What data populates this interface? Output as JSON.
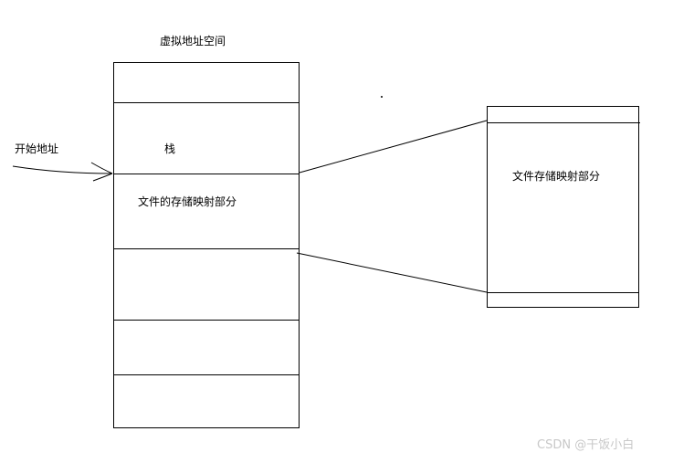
{
  "diagram": {
    "title": "虚拟地址空间",
    "start_address_label": "开始地址",
    "stack_label": "栈",
    "mapped_segment_label": "文件的存储映射部分",
    "file_box_label": "文件存储映射部分"
  },
  "watermark": {
    "text": "CSDN @干饭小白"
  }
}
